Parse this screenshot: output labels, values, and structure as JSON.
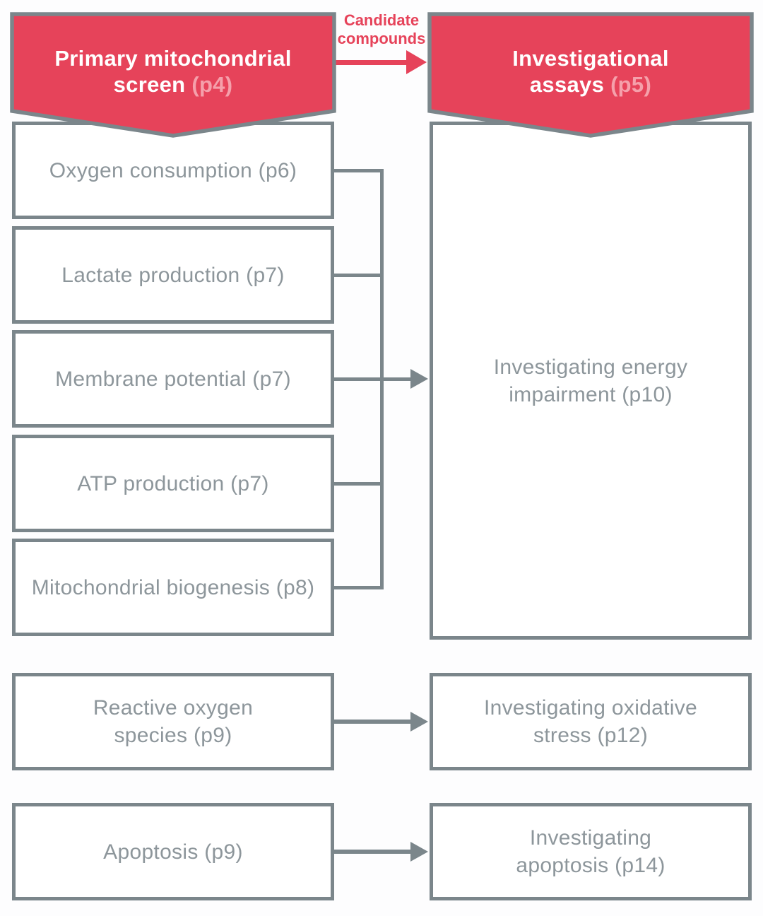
{
  "colors": {
    "accent_red": "#e6435a",
    "page_ref_pink": "#f5a0ab",
    "line_gray": "#7b868b",
    "text_gray": "#8d969b",
    "node_fill": "#ffffff"
  },
  "header": {
    "left_banner": {
      "line1": "Primary mitochondrial",
      "line2_main": "screen ",
      "page_ref": "(p4)"
    },
    "right_banner": {
      "line1": "Investigational",
      "line2_main": "assays ",
      "page_ref": "(p5)"
    },
    "arrow_label": {
      "line1": "Candidate",
      "line2": "compounds"
    }
  },
  "primary_screen": {
    "items": [
      {
        "label": "Oxygen consumption (p6)"
      },
      {
        "label": "Lactate production (p7)"
      },
      {
        "label": "Membrane potential (p7)"
      },
      {
        "label": "ATP production (p7)"
      },
      {
        "label": "Mitochondrial biogenesis (p8)"
      }
    ],
    "reactive_oxygen": {
      "line1": "Reactive oxygen",
      "line2": "species (p9)"
    },
    "apoptosis": {
      "label": "Apoptosis (p9)"
    }
  },
  "investigational_assays": {
    "energy": {
      "line1": "Investigating energy",
      "line2": "impairment (p10)"
    },
    "oxidative": {
      "line1": "Investigating oxidative",
      "line2": "stress (p12)"
    },
    "apoptosis": {
      "line1": "Investigating",
      "line2": "apoptosis (p14)"
    }
  }
}
